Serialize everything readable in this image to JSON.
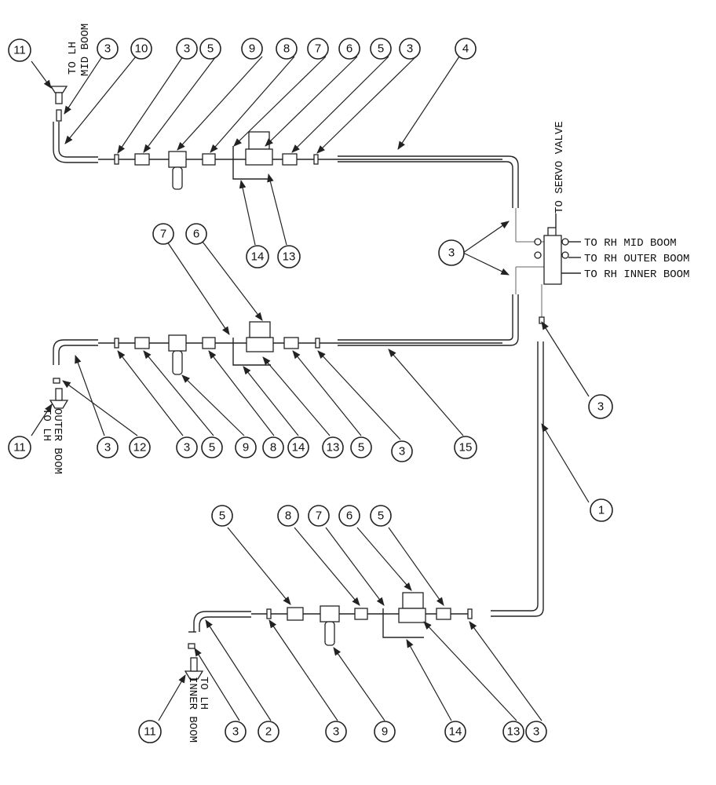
{
  "labels": {
    "to_lh_mid_boom": [
      "TO LH",
      "MID BOOM"
    ],
    "to_lh_outer_boom": [
      "TO LH",
      "OUTER BOOM"
    ],
    "to_lh_inner_boom": [
      "TO LH",
      "INNER BOOM"
    ],
    "to_servo_valve": "TO SERVO VALVE",
    "to_rh_mid_boom": "TO RH MID BOOM",
    "to_rh_outer_boom": "TO RH OUTER BOOM",
    "to_rh_inner_boom": "TO RH INNER BOOM"
  },
  "callouts": [
    "11",
    "3",
    "10",
    "3",
    "5",
    "9",
    "8",
    "7",
    "6",
    "5",
    "3",
    "4",
    "14",
    "13",
    "7",
    "6",
    "3",
    "3",
    "11",
    "3",
    "12",
    "3",
    "5",
    "9",
    "8",
    "14",
    "13",
    "5",
    "3",
    "15",
    "1",
    "5",
    "8",
    "7",
    "6",
    "5",
    "11",
    "3",
    "2",
    "3",
    "9",
    "14",
    "13",
    "3"
  ]
}
